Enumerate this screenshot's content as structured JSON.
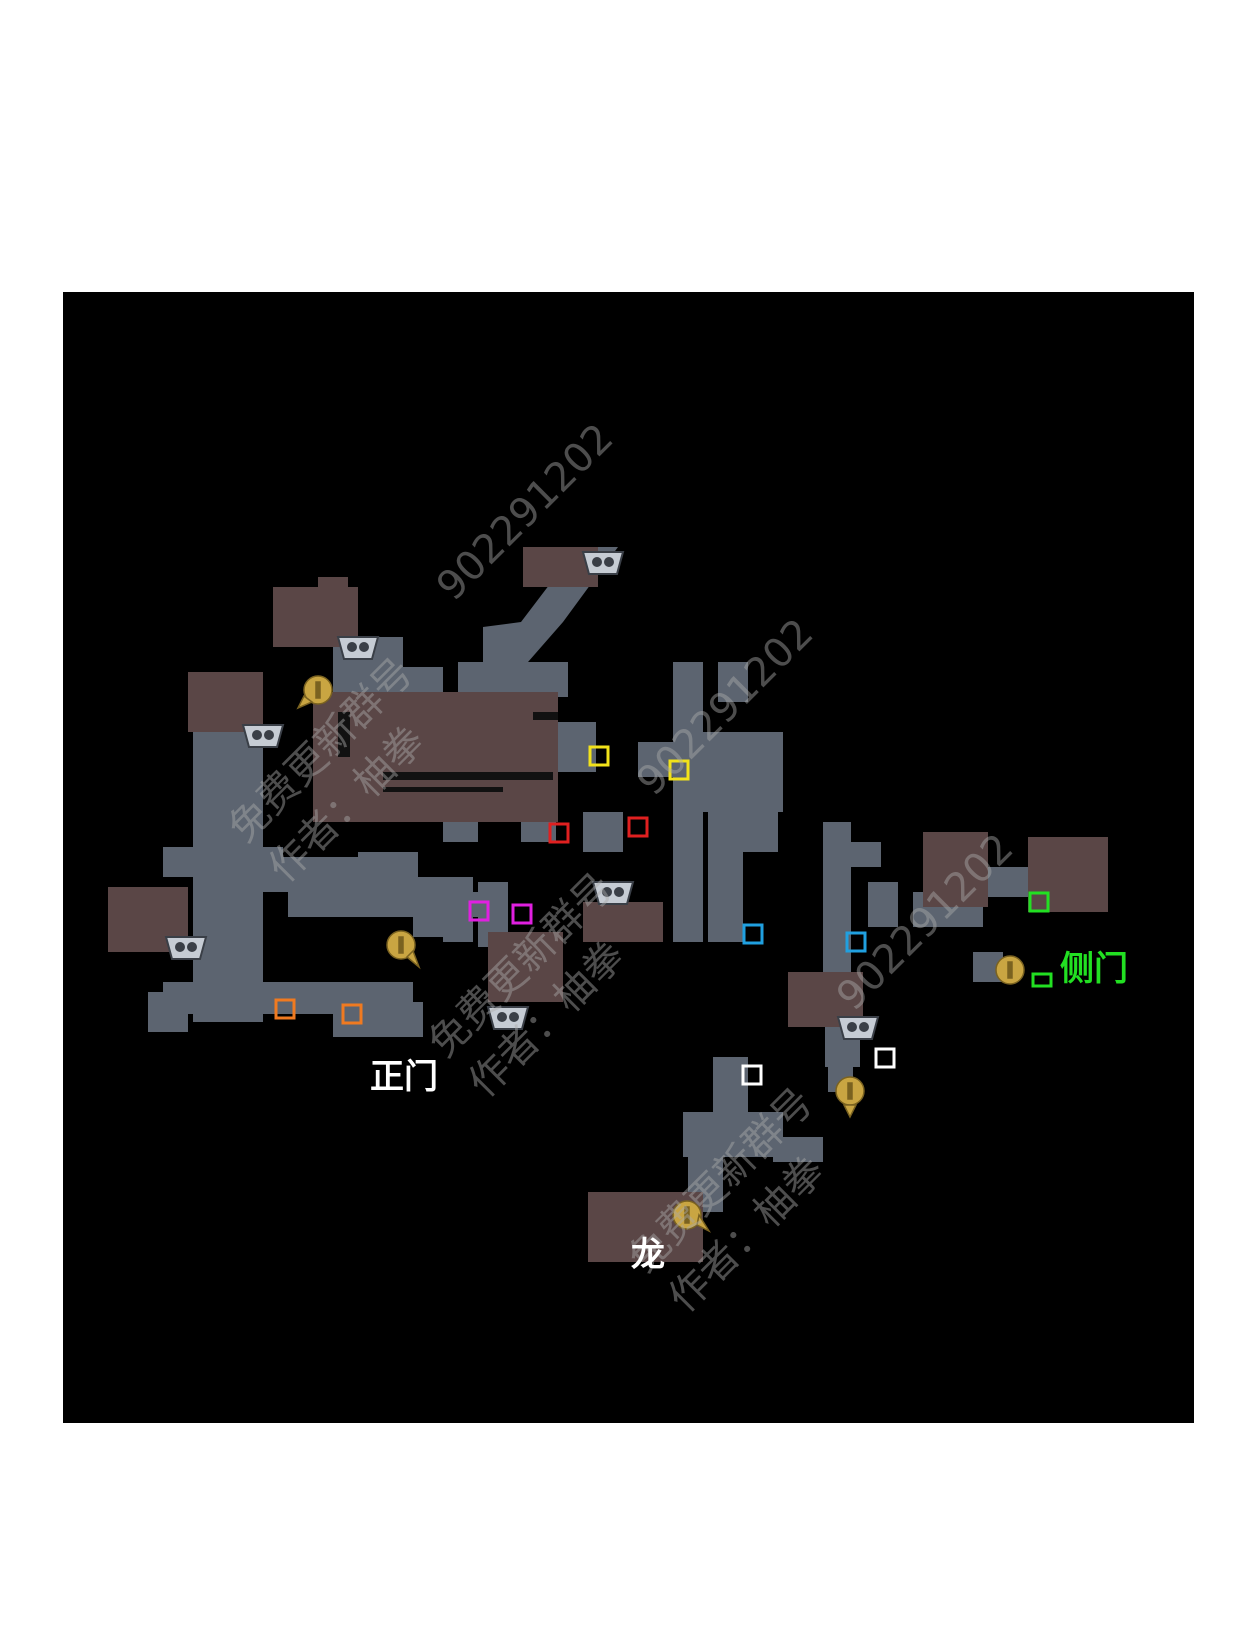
{
  "labels": {
    "main_gate": "正门",
    "side_gate": "侧门",
    "dragon": "龙"
  },
  "watermark": {
    "number_line": "902291202",
    "free_update_line": "免费更新群号",
    "author_line": "作者：柚拳"
  },
  "colors": {
    "panel_bg": "#000000",
    "corridor": "#5c6470",
    "room": "#5a4646",
    "marker_yellow": "#f2e21a",
    "marker_red": "#e02020",
    "marker_magenta": "#e020e0",
    "marker_orange": "#f07a20",
    "marker_blue": "#20a0e0",
    "marker_white": "#ffffff",
    "marker_green": "#22e022",
    "pin_gold": "#c9a542",
    "side_gate_text": "#22e022"
  },
  "marker_groups": [
    {
      "color": "yellow",
      "count": 2
    },
    {
      "color": "red",
      "count": 2
    },
    {
      "color": "magenta",
      "count": 2
    },
    {
      "color": "orange",
      "count": 2
    },
    {
      "color": "blue",
      "count": 2
    },
    {
      "color": "white",
      "count": 2
    },
    {
      "color": "green",
      "count": 2
    }
  ],
  "icons": [
    "skull-chest-icon",
    "gold-location-pin-icon"
  ]
}
